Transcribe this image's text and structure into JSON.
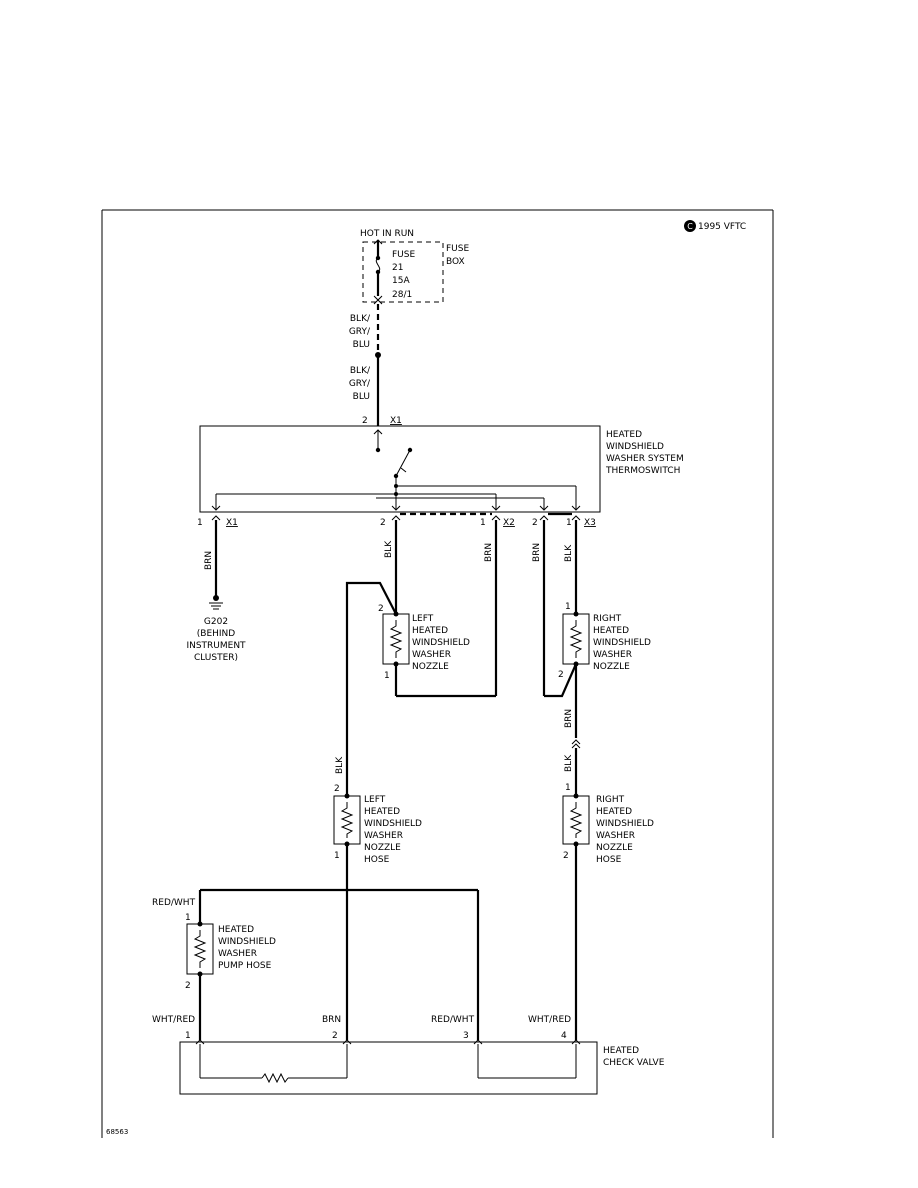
{
  "copyright": "1995 VFTC",
  "copyright_symbol": "C",
  "figure_id": "68563",
  "power": {
    "hot_label": "HOT IN RUN",
    "fuse_lines": [
      "FUSE",
      "21",
      "15A",
      "28/1"
    ],
    "fuse_box_lines": [
      "FUSE",
      "BOX"
    ]
  },
  "wires": {
    "top_1": [
      "BLK/",
      "GRY/",
      "BLU"
    ],
    "top_2": [
      "BLK/",
      "GRY/",
      "BLU"
    ],
    "ground_wire": "BRN",
    "left_nozzle_blk": "BLK",
    "x2_brn": "BRN",
    "right_brn": "BRN",
    "right_blk": "BLK",
    "right_lower_brn": "BRN",
    "right_lower_blk": "BLK",
    "left_hose_blk": "BLK",
    "pump_red": "RED/WHT",
    "cv_1": "WHT/RED",
    "cv_2": "BRN",
    "cv_3": "RED/WHT",
    "cv_4": "WHT/RED"
  },
  "thermoswitch": {
    "label_lines": [
      "HEATED",
      "WINDSHIELD",
      "WASHER SYSTEM",
      "THERMOSWITCH"
    ],
    "pins": {
      "top_pin": "2",
      "top_conn": "X1",
      "p1": "1",
      "p1_conn": "X1",
      "p2": "2",
      "p3": "1",
      "p3_conn": "X2",
      "p4": "2",
      "p5": "1",
      "p5_conn": "X3"
    }
  },
  "ground": {
    "label_lines": [
      "G202",
      "(BEHIND",
      "INSTRUMENT",
      "CLUSTER)"
    ]
  },
  "left_nozzle": {
    "label_lines": [
      "LEFT",
      "HEATED",
      "WINDSHIELD",
      "WASHER",
      "NOZZLE"
    ],
    "pin_top": "2",
    "pin_bottom": "1"
  },
  "right_nozzle": {
    "label_lines": [
      "RIGHT",
      "HEATED",
      "WINDSHIELD",
      "WASHER",
      "NOZZLE"
    ],
    "pin_top": "1",
    "pin_bottom": "2"
  },
  "left_hose": {
    "label_lines": [
      "LEFT",
      "HEATED",
      "WINDSHIELD",
      "WASHER",
      "NOZZLE",
      "HOSE"
    ],
    "pin_top": "2",
    "pin_bottom": "1"
  },
  "right_hose": {
    "label_lines": [
      "RIGHT",
      "HEATED",
      "WINDSHIELD",
      "WASHER",
      "NOZZLE",
      "HOSE"
    ],
    "pin_top": "1",
    "pin_bottom": "2"
  },
  "pump_hose": {
    "label_lines": [
      "HEATED",
      "WINDSHIELD",
      "WASHER",
      "PUMP HOSE"
    ],
    "pin_top": "1",
    "pin_bottom": "2"
  },
  "check_valve": {
    "label_lines": [
      "HEATED",
      "CHECK VALVE"
    ],
    "pins": [
      "1",
      "2",
      "3",
      "4"
    ]
  }
}
